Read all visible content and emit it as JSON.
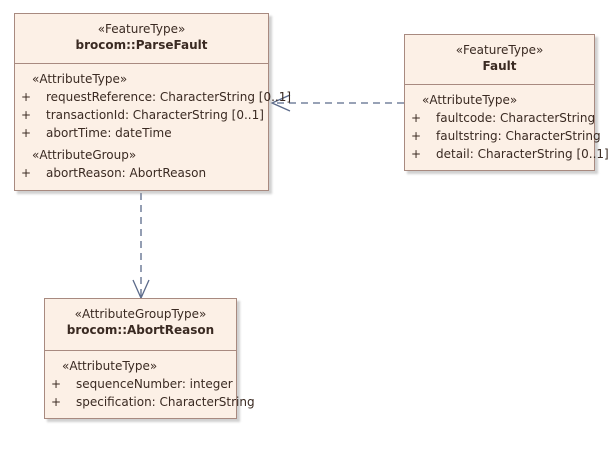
{
  "classes": {
    "parse_fault": {
      "stereotype": "«FeatureType»",
      "name": "brocom::ParseFault",
      "attribute_section": "«AttributeType»",
      "attributes": [
        {
          "visibility": "+",
          "text": "requestReference: CharacterString [0..1]"
        },
        {
          "visibility": "+",
          "text": "transactionId: CharacterString [0..1]"
        },
        {
          "visibility": "+",
          "text": "abortTime: dateTime"
        }
      ],
      "group_section": "«AttributeGroup»",
      "groups": [
        {
          "visibility": "+",
          "text": "abortReason: AbortReason"
        }
      ]
    },
    "fault": {
      "stereotype": "«FeatureType»",
      "name": "Fault",
      "attribute_section": "«AttributeType»",
      "attributes": [
        {
          "visibility": "+",
          "text": "faultcode: CharacterString"
        },
        {
          "visibility": "+",
          "text": "faultstring: CharacterString"
        },
        {
          "visibility": "+",
          "text": "detail: CharacterString [0..1]"
        }
      ]
    },
    "abort_reason": {
      "stereotype": "«AttributeGroupType»",
      "name": "brocom::AbortReason",
      "attribute_section": "«AttributeType»",
      "attributes": [
        {
          "visibility": "+",
          "text": "sequenceNumber: integer"
        },
        {
          "visibility": "+",
          "text": "specification: CharacterString"
        }
      ]
    }
  },
  "connectors": {
    "line_color": "#5b6a8a",
    "dependency_style": "dashed"
  }
}
